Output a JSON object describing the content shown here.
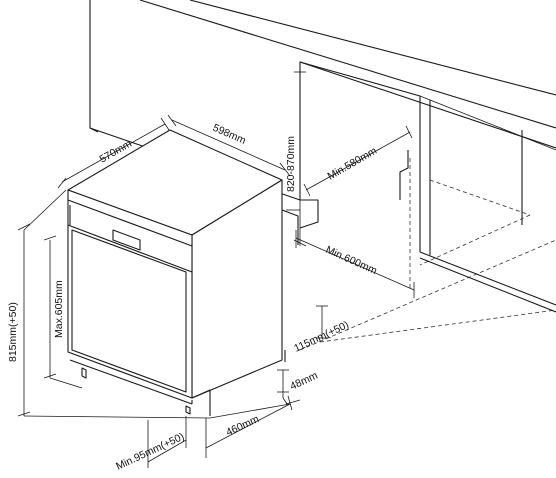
{
  "dimensions": {
    "depth": "570mm",
    "width": "598mm",
    "height_range": "820-870mm",
    "min_depth": "Min.580mm",
    "min_width": "Min.600mm",
    "appliance_height": "815mm(+50)",
    "max_panel_height": "Max.605mm",
    "plinth_height": "115mm(+50)",
    "plinth_gap": "48mm",
    "toe_depth": "460mm",
    "min_plinth_offset": "Min.95mm(+50)"
  },
  "colors": {
    "line": "#1a1a1a",
    "background": "#ffffff"
  }
}
